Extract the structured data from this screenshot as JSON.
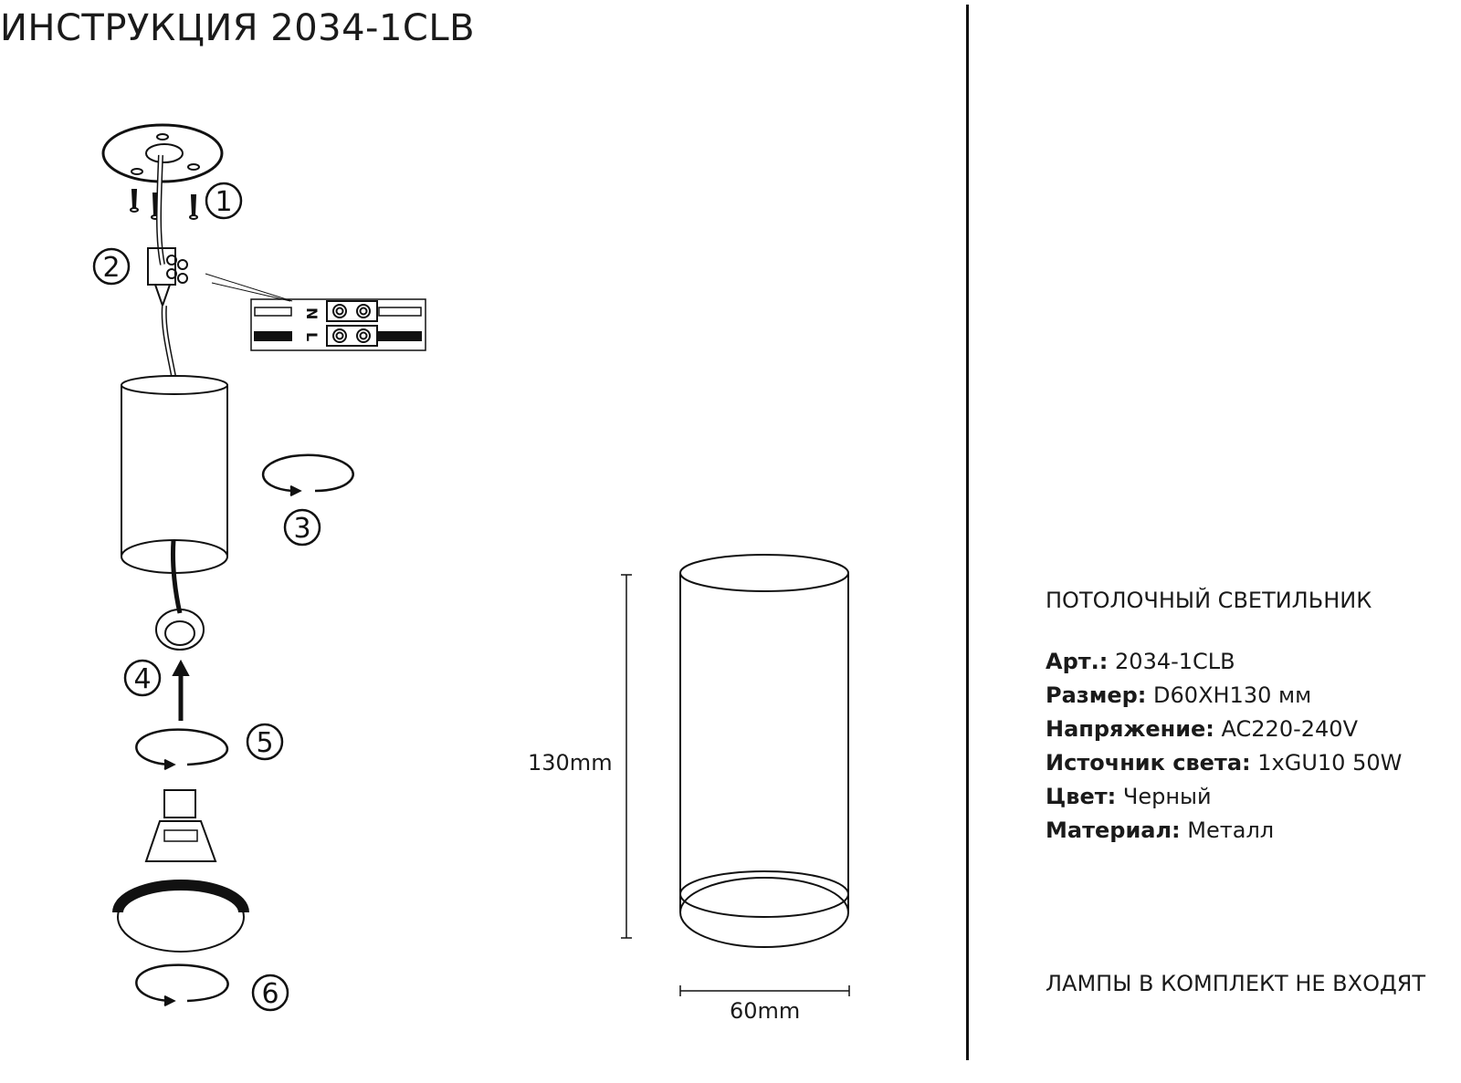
{
  "title": "ИНСТРУКЦИЯ 2034-1CLB",
  "steps": [
    "1",
    "2",
    "3",
    "4",
    "5",
    "6"
  ],
  "wiring": {
    "neutral": "N",
    "live": "L"
  },
  "dimensions": {
    "height": "130mm",
    "width": "60mm"
  },
  "specs": {
    "heading": "ПОТОЛОЧНЫЙ СВЕТИЛЬНИК",
    "rows": [
      {
        "label": "Арт.:",
        "value": "2034-1CLB"
      },
      {
        "label": "Размер:",
        "value": "D60XH130 мм"
      },
      {
        "label": "Напряжение:",
        "value": "AC220-240V"
      },
      {
        "label": "Источник света:",
        "value": "1xGU10 50W"
      },
      {
        "label": "Цвет:",
        "value": "Черный"
      },
      {
        "label": "Материал:",
        "value": "Металл"
      }
    ]
  },
  "note": "ЛАМПЫ В КОМПЛЕКТ НЕ ВХОДЯТ"
}
